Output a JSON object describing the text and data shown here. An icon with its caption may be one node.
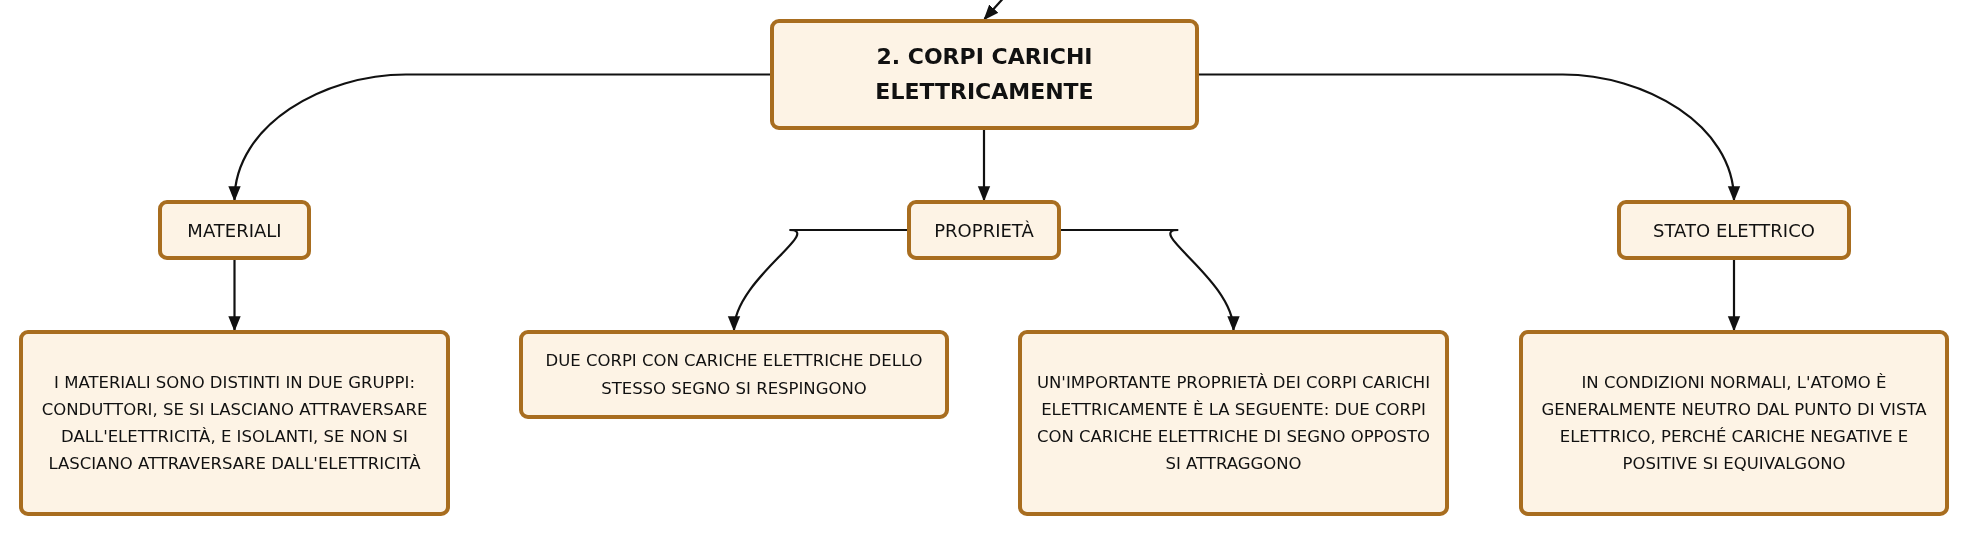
{
  "diagram": {
    "nodes": [
      {
        "text": [
          "2. CORPI CARICHI ELETTRICAMENTE"
        ]
      },
      {
        "text": [
          "MATERIALI"
        ]
      },
      {
        "text": [
          "PROPRIETÀ"
        ]
      },
      {
        "text": [
          "STATO ELETTRICO"
        ]
      },
      {
        "text": [
          "I MATERIALI SONO DISTINTI IN DUE GRUPPI: CONDUTTORI, SE SI LASCIANO ATTRAVERSARE DALL'ELETTRICITÀ, E ISOLANTI, SE NON SI LASCIANO ATTRAVERSARE DALL'ELETTRICITÀ"
        ]
      },
      {
        "text": [
          "DUE CORPI CON CARICHE ELETTRICHE DELLO STESSO SEGNO SI RESPINGONO"
        ]
      },
      {
        "text": [
          "UN'IMPORTANTE PROPRIETÀ DEI CORPI CARICHI ELETTRICAMENTE È LA SEGUENTE: DUE CORPI CON CARICHE ELETTRICHE DI SEGNO OPPOSTO SI ATTRAGGONO"
        ]
      },
      {
        "text": [
          "IN CONDIZIONI NORMALI, L'ATOMO È GENERALMENTE NEUTRO DAL PUNTO DI VISTA ELETTRICO, PERCHÉ CARICHE NEGATIVE E POSITIVE SI EQUIVALGONO"
        ]
      }
    ],
    "edges": [
      {
        "from": null,
        "to": 0,
        "arrow": "to"
      },
      {
        "from": 0,
        "to": 1,
        "arrow": "to"
      },
      {
        "from": 0,
        "to": 2,
        "arrow": "to"
      },
      {
        "from": 0,
        "to": 3,
        "arrow": "to"
      },
      {
        "from": 1,
        "to": 4,
        "arrow": "to"
      },
      {
        "from": 2,
        "to": 5,
        "arrow": "to"
      },
      {
        "from": 2,
        "to": 6,
        "arrow": "to"
      },
      {
        "from": 3,
        "to": 7,
        "arrow": "to"
      }
    ]
  }
}
